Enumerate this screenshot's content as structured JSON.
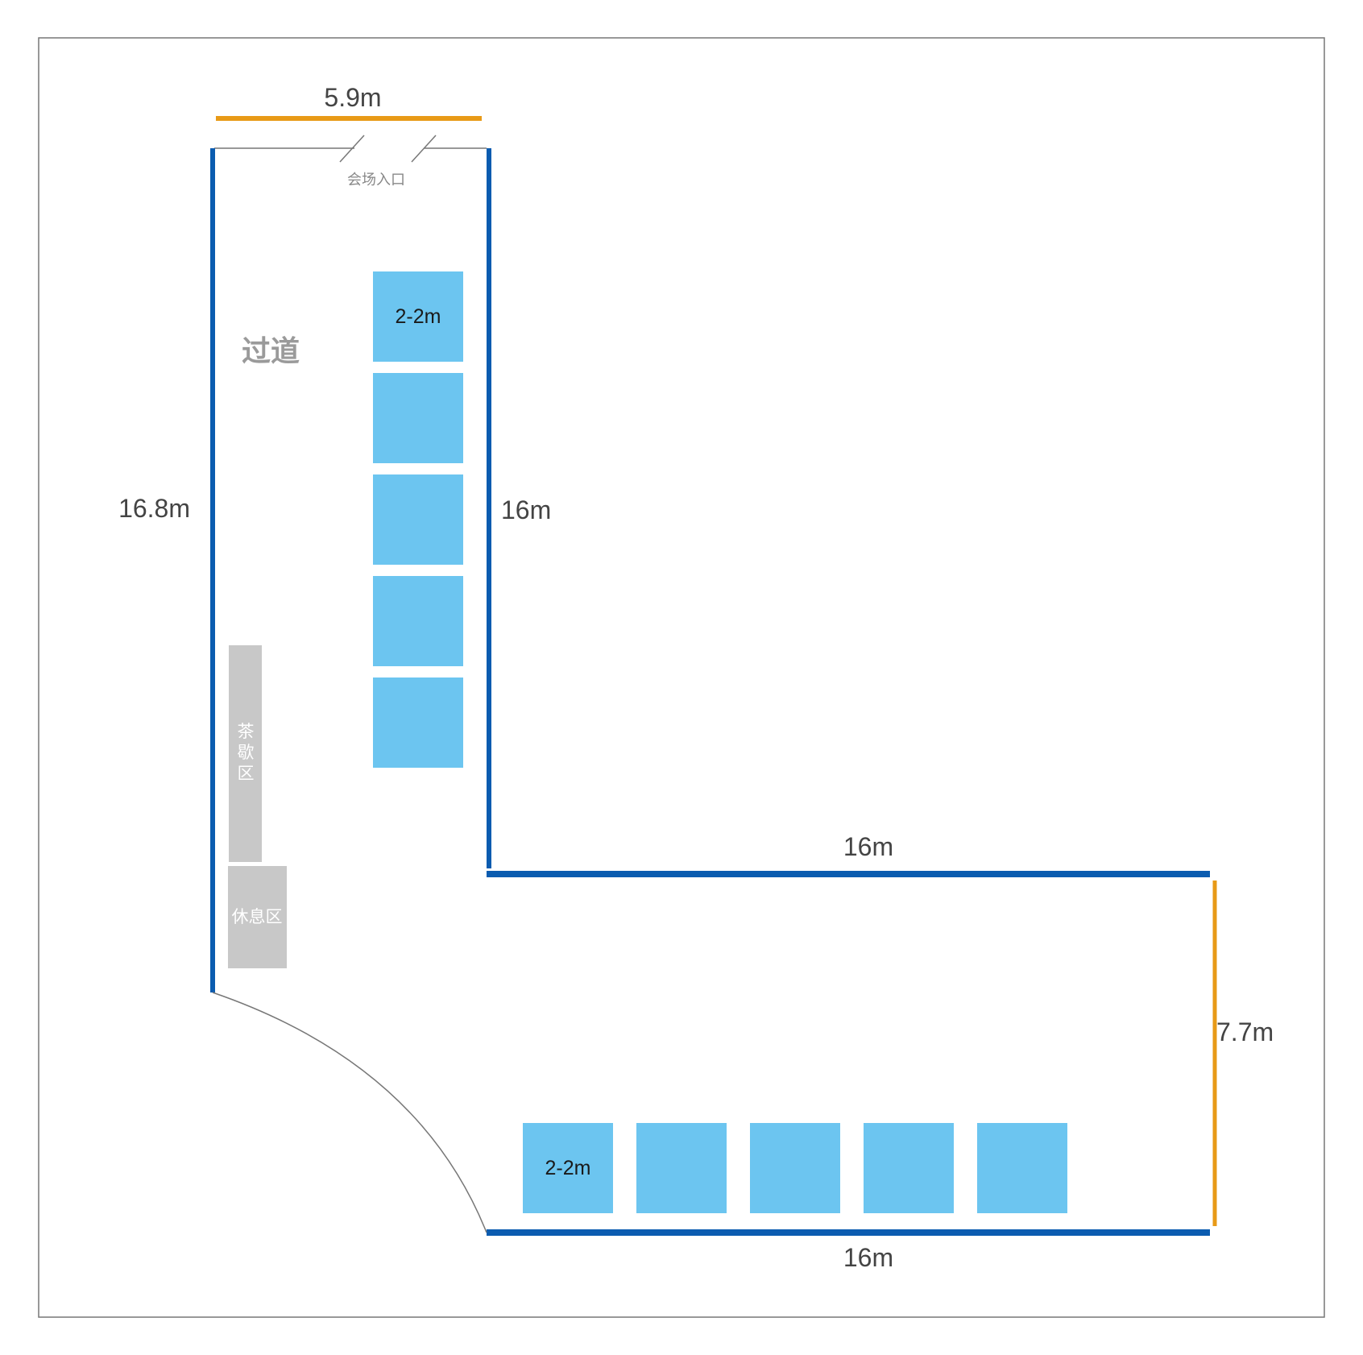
{
  "colors": {
    "wall": "#0B5CB0",
    "dimension_line": "#E89A17",
    "booth": "#6CC5F0",
    "zone": "#C8C8C8",
    "frame": "#777777",
    "thin_line": "#777777"
  },
  "dimensions": {
    "top_width": "5.9m",
    "left_height": "16.8m",
    "inner_vertical": "16m",
    "middle_horizontal": "16m",
    "right_height": "7.7m",
    "bottom_horizontal": "16m"
  },
  "labels": {
    "entrance": "会场入口",
    "aisle": "过道",
    "tea_break": [
      "茶",
      "歇",
      "区"
    ],
    "rest_area": "休息区"
  },
  "booths": {
    "vertical_column": [
      {
        "label": "2-2m"
      },
      {
        "label": ""
      },
      {
        "label": ""
      },
      {
        "label": ""
      },
      {
        "label": ""
      }
    ],
    "horizontal_row": [
      {
        "label": "2-2m"
      },
      {
        "label": ""
      },
      {
        "label": ""
      },
      {
        "label": ""
      },
      {
        "label": ""
      }
    ]
  }
}
